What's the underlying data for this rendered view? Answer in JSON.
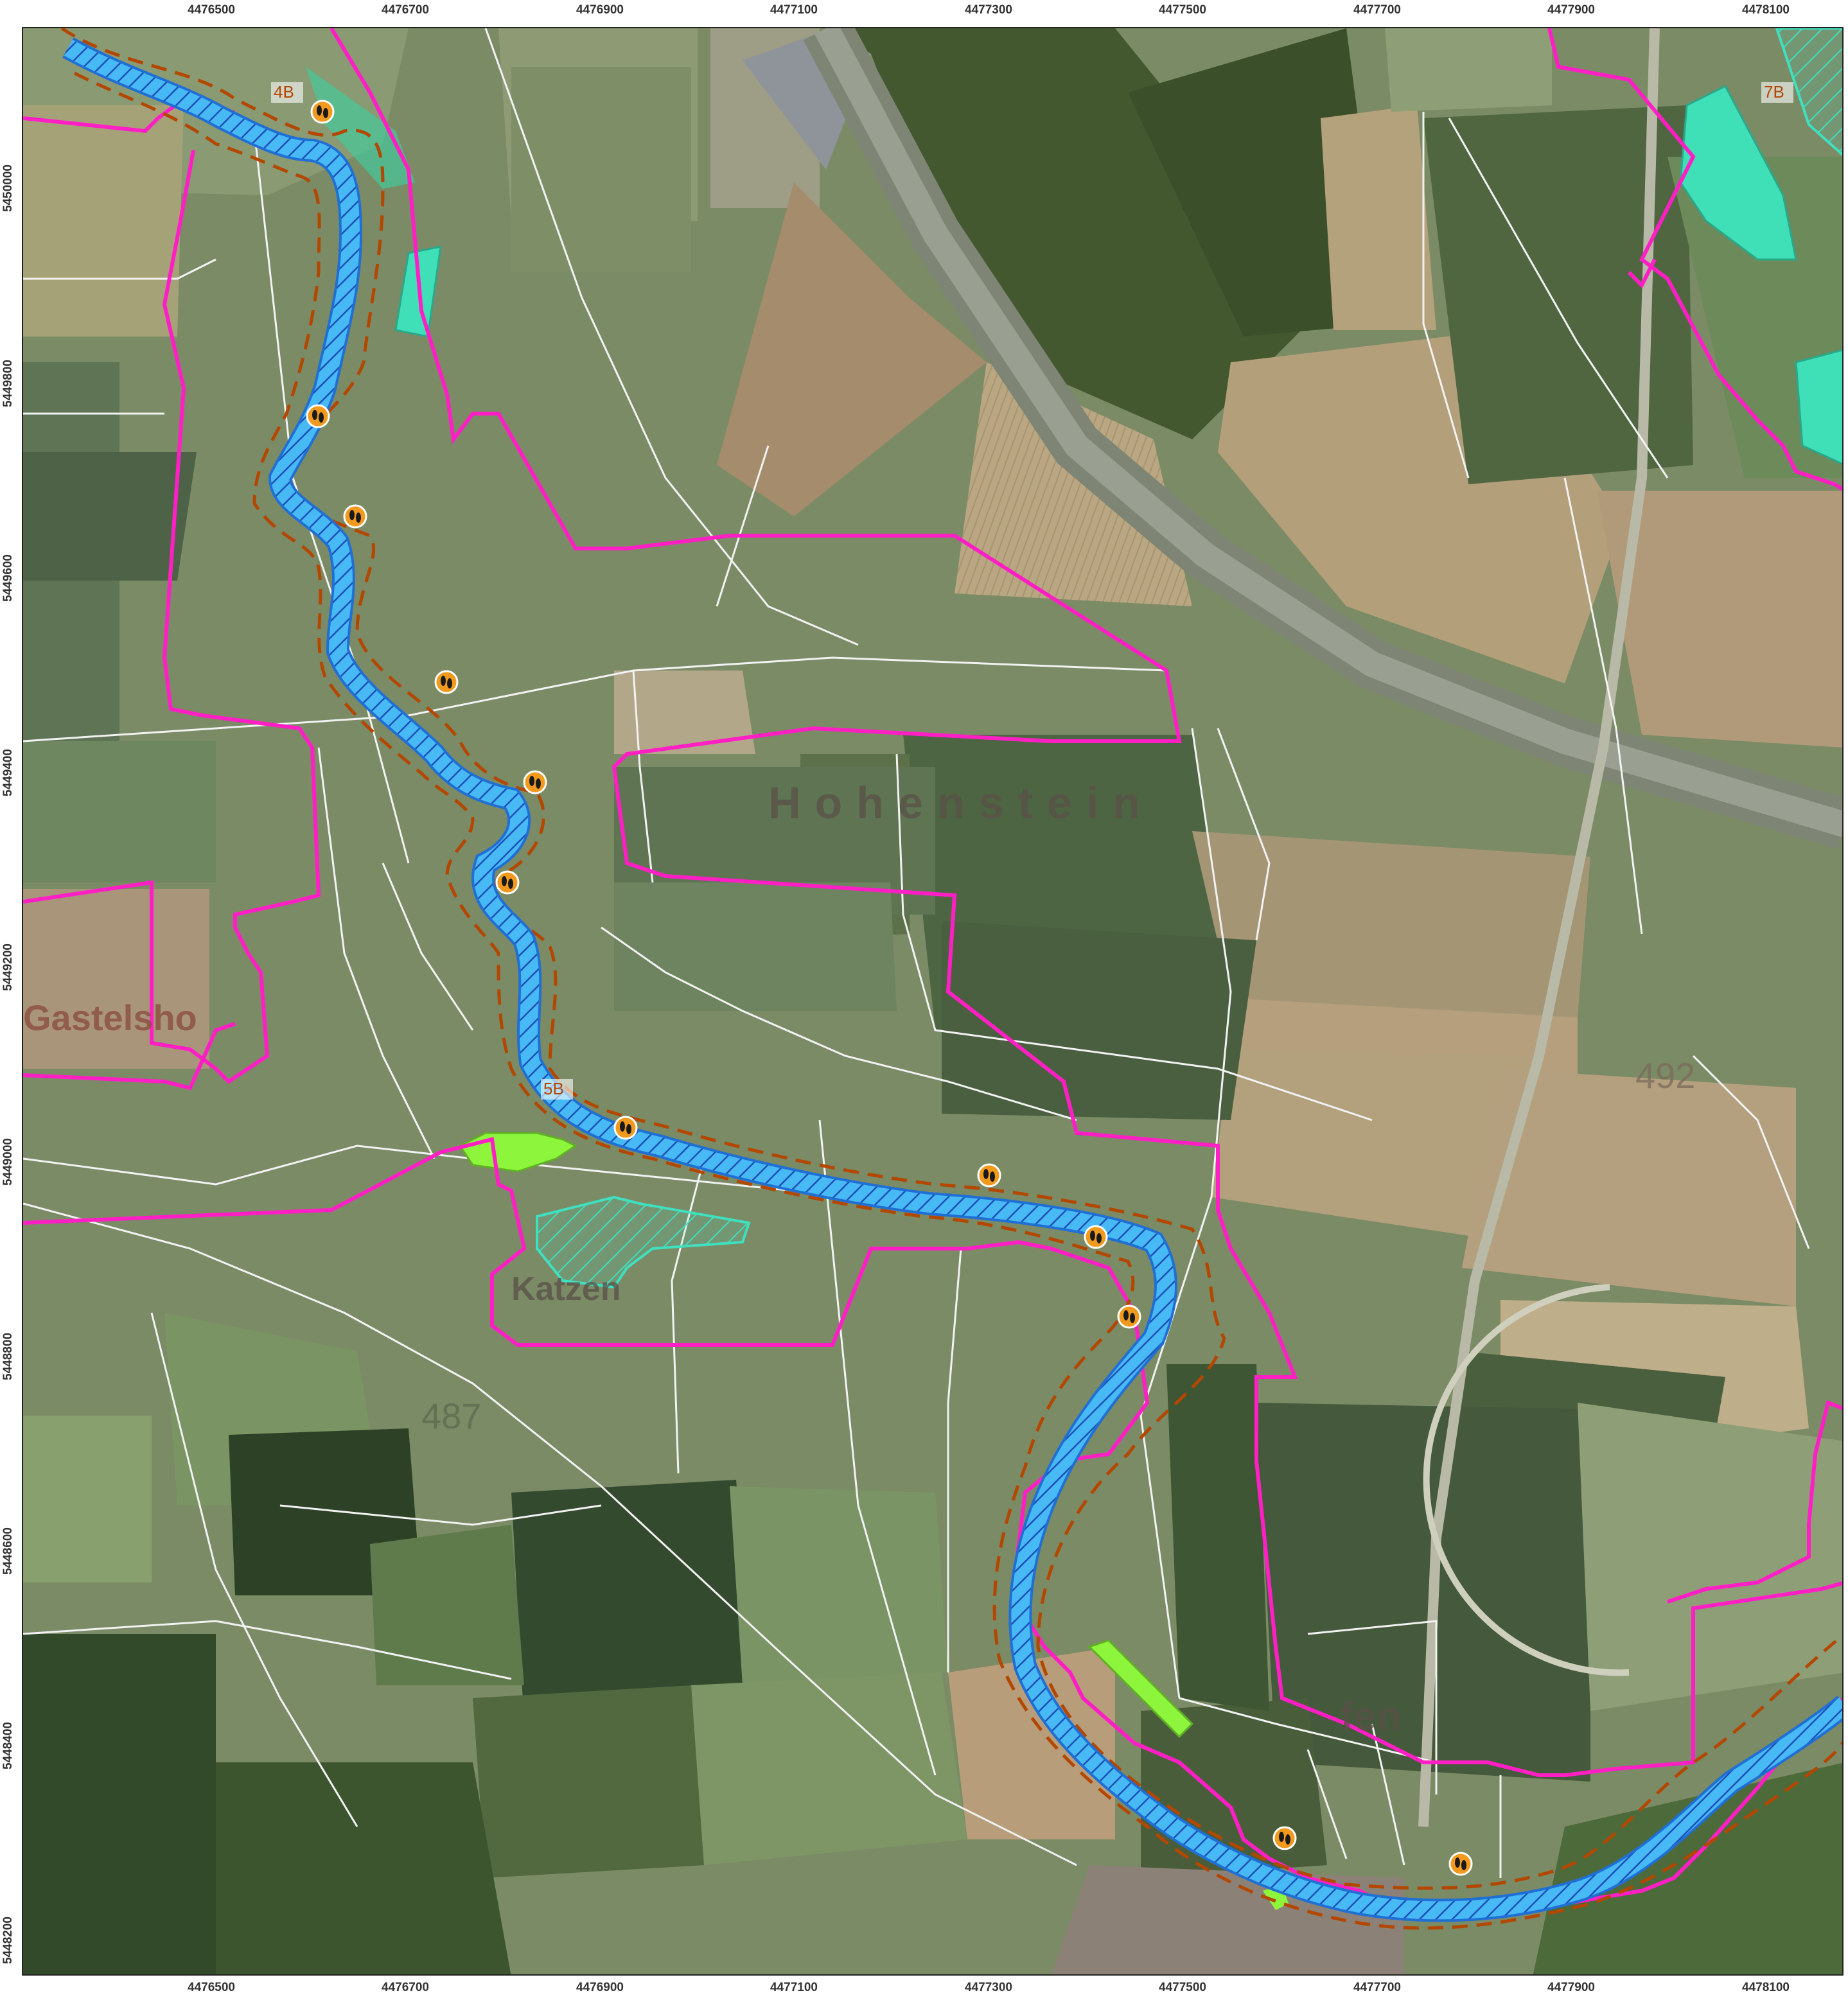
{
  "map": {
    "x_ticks": [
      "4476500",
      "4476700",
      "4476900",
      "4477100",
      "4477300",
      "4477500",
      "4477700",
      "4477900",
      "4478100"
    ],
    "y_ticks": [
      "5450000",
      "5449800",
      "5449600",
      "5449400",
      "5449200",
      "5449000",
      "5448800",
      "5448600",
      "5448400",
      "5448200"
    ],
    "place_labels": {
      "hohenstein": "Hohenstein",
      "gastelshofen": "Gastelsho",
      "katzen": "Katzen",
      "fen": "fen",
      "elev_492": "492",
      "elev_487": "487"
    },
    "section_labels": [
      "4B",
      "5B",
      "7B"
    ],
    "colors": {
      "boundary": "#ff1fc4",
      "river": "#3fb8ff",
      "buffer": "#b34700",
      "parcel_lines": "#f2f2f2",
      "habitat_teal": "#3fe0c0",
      "habitat_green": "#8cf53c",
      "marker": "#f29a1e"
    },
    "marker_icon": "footprint-icon",
    "marker_count": 12
  }
}
